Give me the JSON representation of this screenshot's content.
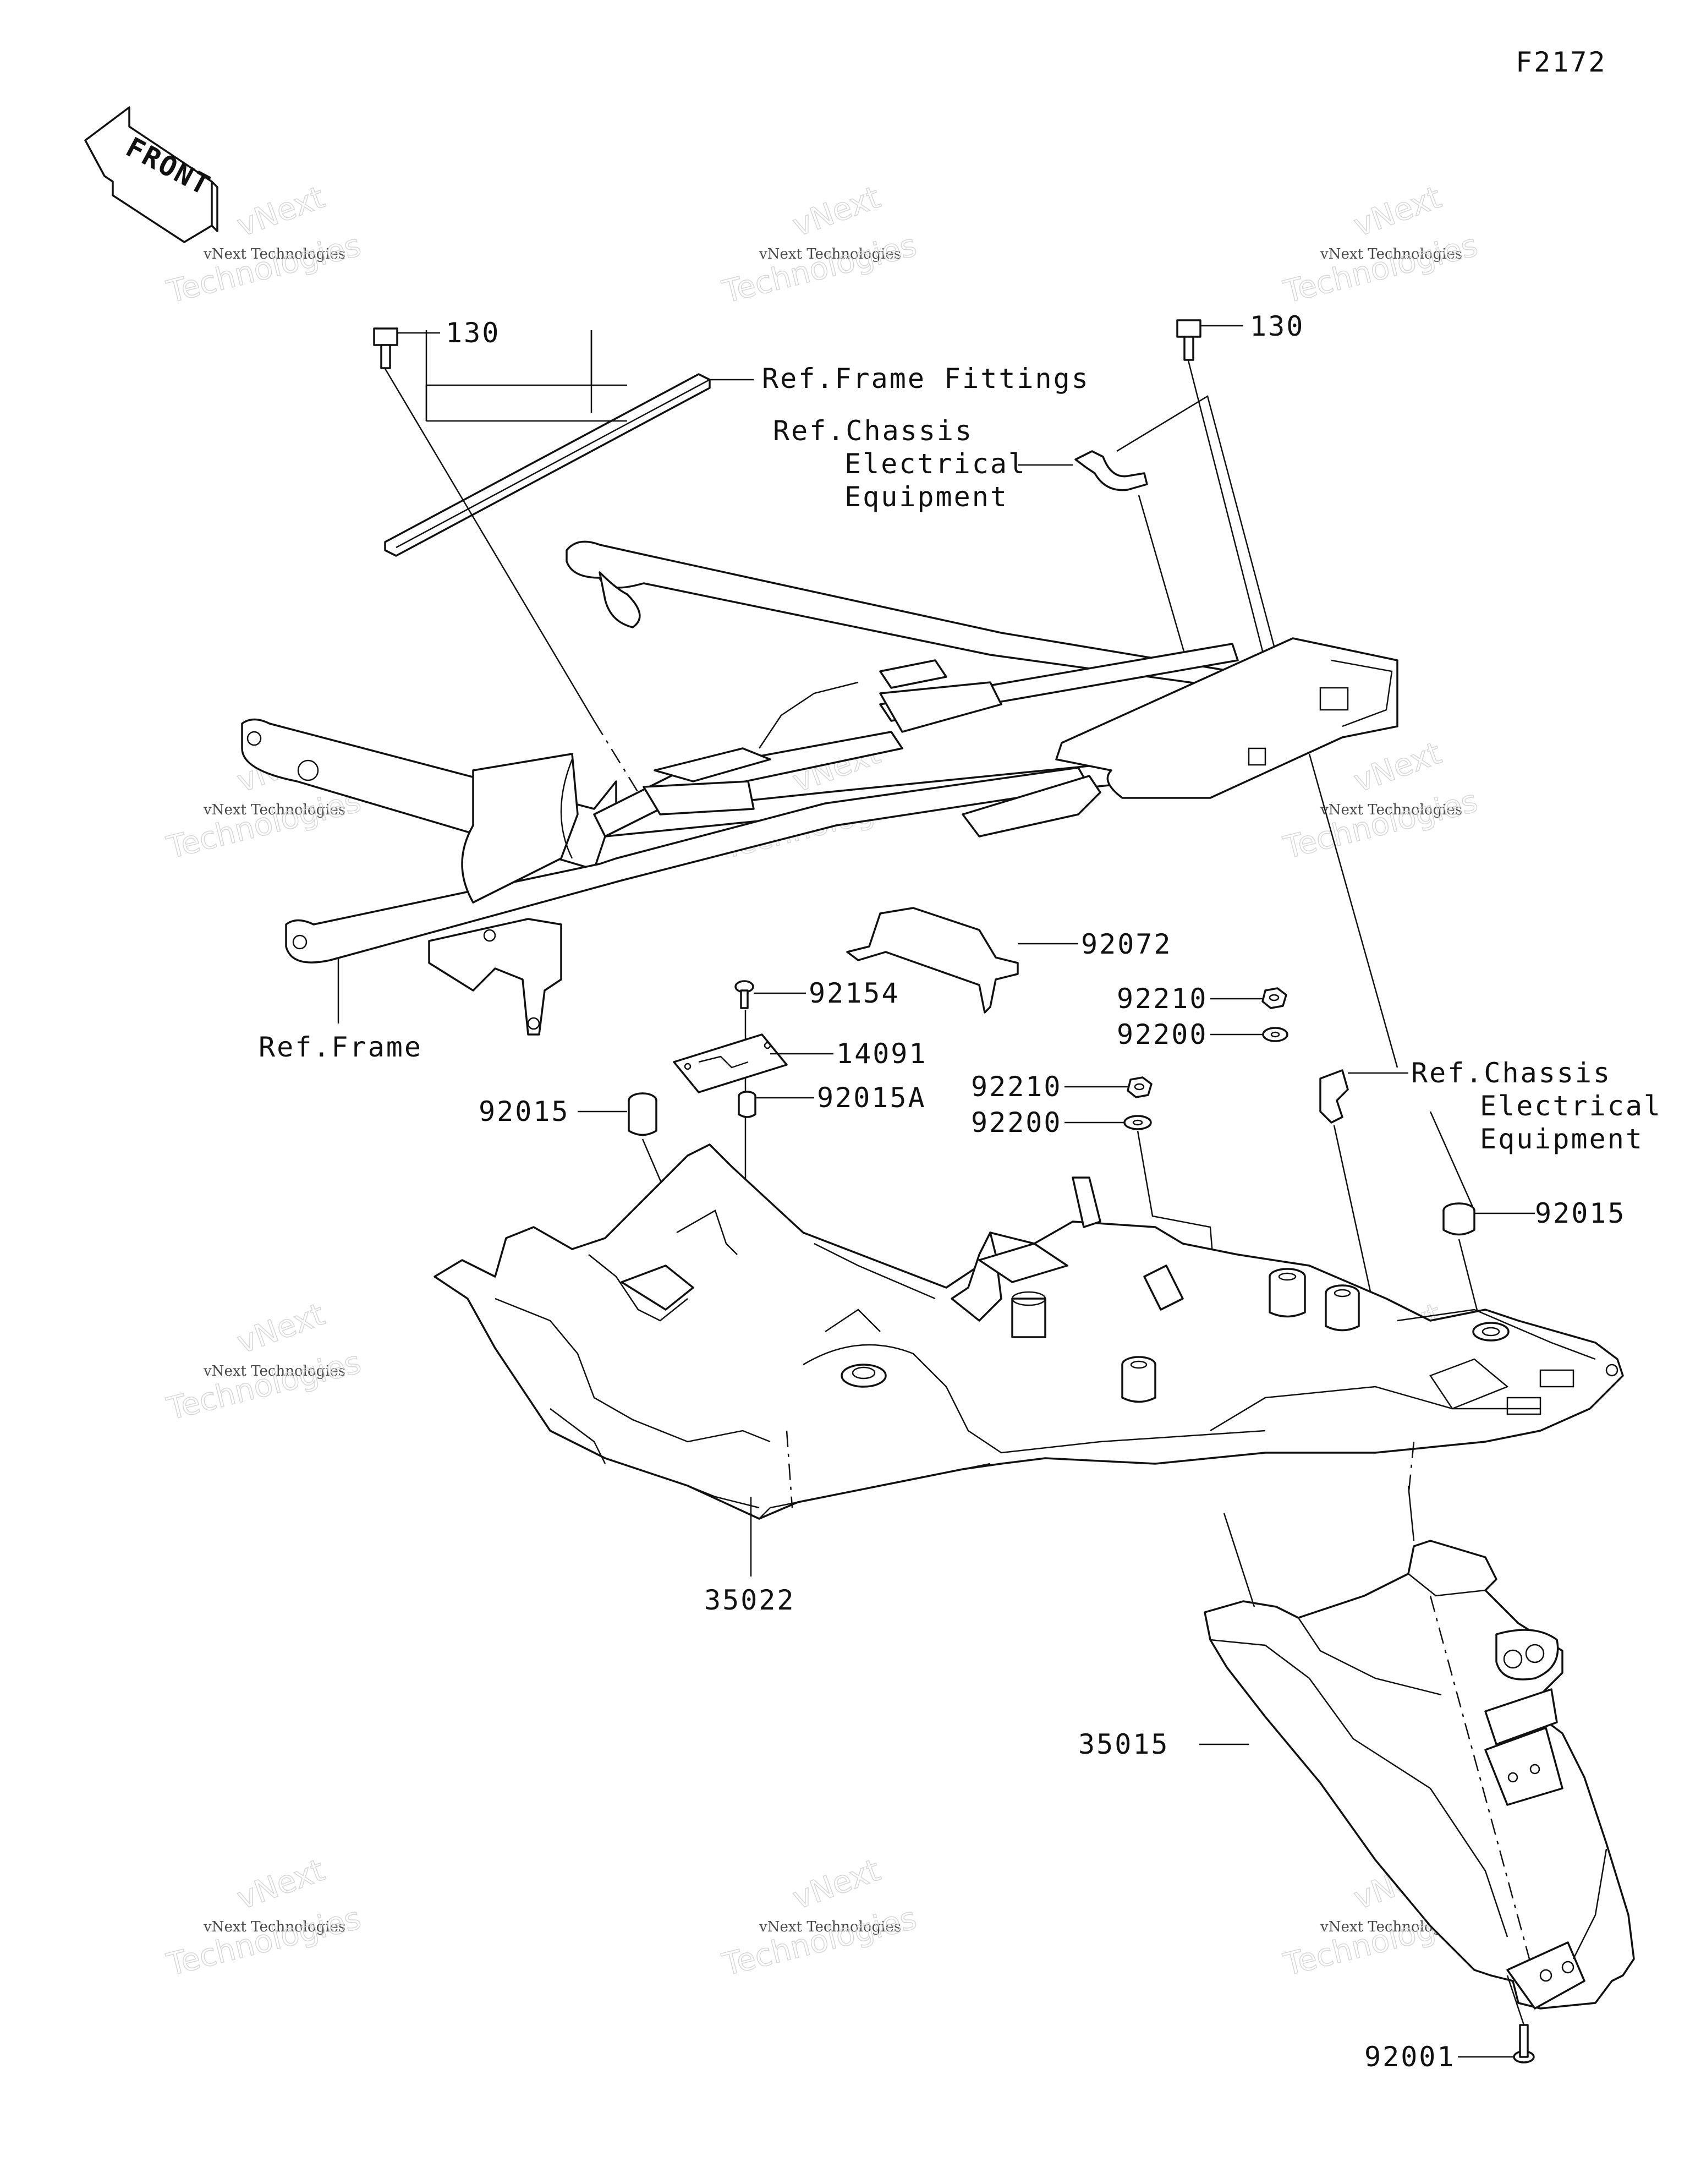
{
  "diagram_code": "F2172",
  "front_arrow_text": "FRONT",
  "watermark": {
    "line1": "vNext Technologies",
    "line2": "vNext",
    "line3": "Technologies"
  },
  "labels": {
    "bolt_130_left": "130",
    "ref_frame_fittings": "Ref.Frame Fittings",
    "bolt_130_right": "130",
    "ref_chassis_top_1": "Ref.Chassis",
    "ref_chassis_top_2": "Electrical",
    "ref_chassis_top_3": "Equipment",
    "part_92072": "92072",
    "part_92154": "92154",
    "part_14091": "14091",
    "part_92015_left": "92015",
    "part_92015A": "92015A",
    "ref_frame": "Ref.Frame",
    "nut_92210_a": "92210",
    "washer_92200_a": "92200",
    "nut_92210_b": "92210",
    "washer_92200_b": "92200",
    "ref_chassis_right_1": "Ref.Chassis",
    "ref_chassis_right_2": "Electrical",
    "ref_chassis_right_3": "Equipment",
    "part_92015_right": "92015",
    "part_35022": "35022",
    "part_35015": "35015",
    "part_92001": "92001"
  }
}
